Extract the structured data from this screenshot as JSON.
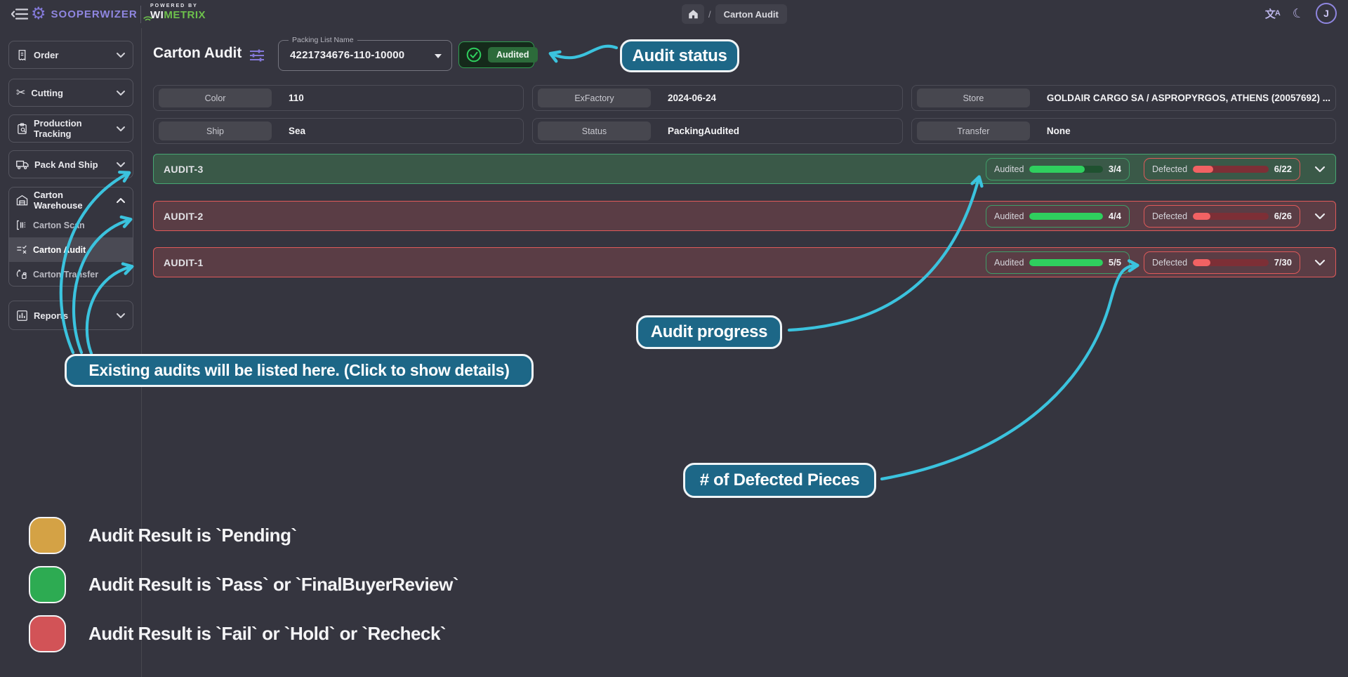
{
  "navbar": {
    "brand": "SOOPERWIZER",
    "powered_by": "POWERED BY",
    "powered_wi": "WI",
    "powered_metrix": "METRIX",
    "breadcrumb_current": "Carton Audit",
    "avatar_initial": "J"
  },
  "sidebar": {
    "items": [
      {
        "label": "Order"
      },
      {
        "label": "Cutting"
      },
      {
        "label": "Production Tracking"
      },
      {
        "label": "Pack And Ship"
      }
    ],
    "warehouse_group": {
      "label": "Carton Warehouse",
      "children": [
        {
          "label": "Carton Scan"
        },
        {
          "label": "Carton Audit"
        },
        {
          "label": "Carton Transfer"
        }
      ]
    },
    "reports_label": "Reports"
  },
  "header": {
    "title": "Carton Audit",
    "packing_list_label": "Packing List Name",
    "packing_list_value": "4221734676-110-10000",
    "status_badge": "Audited"
  },
  "info_fields": [
    {
      "label": "Color",
      "value": "110"
    },
    {
      "label": "ExFactory",
      "value": "2024-06-24"
    },
    {
      "label": "Store",
      "value": "GOLDAIR CARGO SA / ASPROPYRGOS, ATHENS (20057692) ..."
    },
    {
      "label": "Ship",
      "value": "Sea"
    },
    {
      "label": "Status",
      "value": "PackingAudited"
    },
    {
      "label": "Transfer",
      "value": "None"
    }
  ],
  "audits": [
    {
      "name": "AUDIT-3",
      "result": "Pass",
      "audited_label": "Audited",
      "audited_value": "3/4",
      "audited_pct": 75,
      "defected_label": "Defected",
      "defected_value": "6/22",
      "defected_pct": 27
    },
    {
      "name": "AUDIT-2",
      "result": "Fail",
      "audited_label": "Audited",
      "audited_value": "4/4",
      "audited_pct": 100,
      "defected_label": "Defected",
      "defected_value": "6/26",
      "defected_pct": 23
    },
    {
      "name": "AUDIT-1",
      "result": "Fail",
      "audited_label": "Audited",
      "audited_value": "5/5",
      "audited_pct": 100,
      "defected_label": "Defected",
      "defected_value": "7/30",
      "defected_pct": 23
    }
  ],
  "annotations": {
    "audit_status": "Audit status",
    "audit_progress": "Audit progress",
    "existing_audits": "Existing audits will be listed here. (Click to show details)",
    "defected_pieces": "# of Defected Pieces"
  },
  "legend": [
    {
      "color": "#d4a245",
      "text": "Audit Result is `Pending`"
    },
    {
      "color": "#2dab52",
      "text": "Audit Result is `Pass` or `FinalBuyerReview`"
    },
    {
      "color": "#d25357",
      "text": "Audit Result is `Fail` or `Hold` or `Recheck`"
    }
  ],
  "colors": {
    "accent_purple": "#8f86e0",
    "annotation_teal": "#1d6787",
    "arrow_cyan": "#3bc3de",
    "audited_green": "#2fcf5e",
    "defected_red": "#f16263",
    "pass_row": "#3a5948",
    "fail_row": "#5a3d45"
  }
}
